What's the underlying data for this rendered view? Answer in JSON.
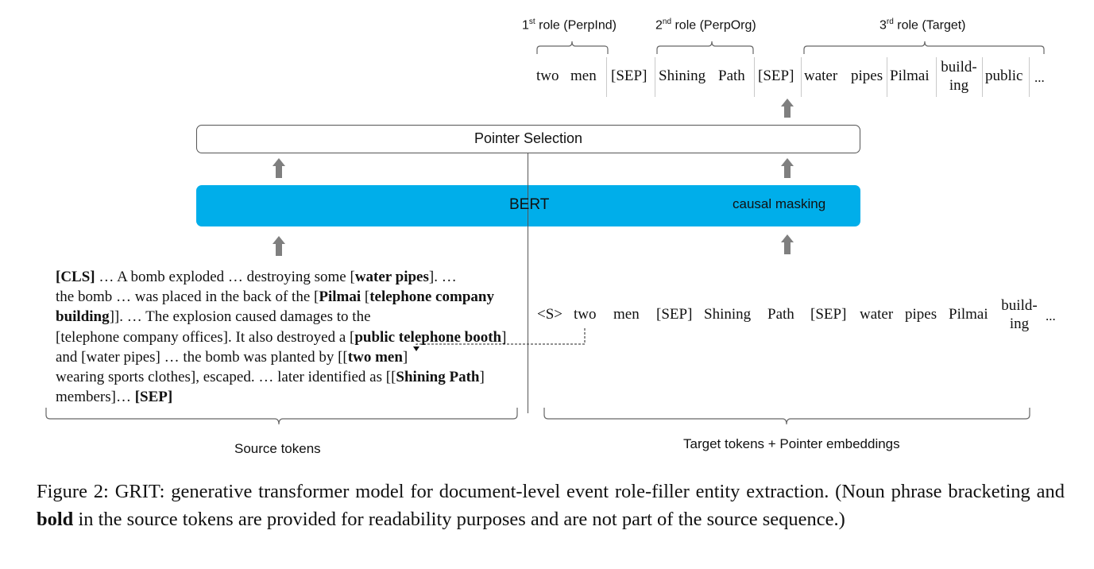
{
  "roles": [
    {
      "ordinal": "1",
      "sup": "st",
      "label": " role (PerpInd)"
    },
    {
      "ordinal": "2",
      "sup": "nd",
      "label": " role (PerpOrg)"
    },
    {
      "ordinal": "3",
      "sup": "rd",
      "label": " role (Target)"
    }
  ],
  "output_tokens": {
    "t1": "two",
    "t2": "men",
    "t3": "[SEP]",
    "t4": "Shining",
    "t5": "Path",
    "t6": "[SEP]",
    "t7": "water",
    "t8": "pipes",
    "t9": "Pilmai",
    "t10a": "build-",
    "t10b": "ing",
    "t11": "public",
    "t12": "..."
  },
  "pointer_label": "Pointer Selection",
  "bert_label": "BERT",
  "masking_label": "causal masking",
  "source": {
    "s01": "[CLS]",
    "s02": " … A bomb exploded … destroying some [",
    "s03": "water pipes",
    "s04": "]. …",
    "s05": "the bomb … was placed in the back of the [",
    "s06": "Pilmai",
    "s07": " [",
    "s08": "telephone company building",
    "s09": "]]. … The explosion caused damages to the",
    "s10": "[telephone company offices]. It also destroyed a [",
    "s11": "public telephone booth",
    "s12": "] and [water pipes] … the bomb was planted by [[",
    "s13": "two men",
    "s14": "]",
    "s15": "wearing sports clothes], escaped.  … later identified as [[",
    "s16": "Shining Path",
    "s17": "] members]… ",
    "s18": "[SEP]"
  },
  "target_tokens": {
    "a1": "<S>",
    "a2": "two",
    "a3": "men",
    "a4": "[SEP]",
    "a5": "Shining",
    "a6": "Path",
    "a7": "[SEP]",
    "a8": "water",
    "a9": "pipes",
    "a10": "Pilmai",
    "a11a": "build-",
    "a11b": "ing",
    "a12": "..."
  },
  "captions": {
    "source": "Source tokens",
    "target": "Target tokens + Pointer embeddings"
  },
  "figure_caption": {
    "p1": "Figure 2: GRIT: generative transformer model for document-level event role-filler entity extraction. (Noun phrase bracketing and ",
    "bold": "bold",
    "p2": " in the source tokens are provided for readability purposes and are not part of the source sequence.)"
  },
  "colors": {
    "bert_fill": "#00aeea",
    "arrow_fill": "#7f7f7f",
    "box_stroke": "#555555"
  }
}
